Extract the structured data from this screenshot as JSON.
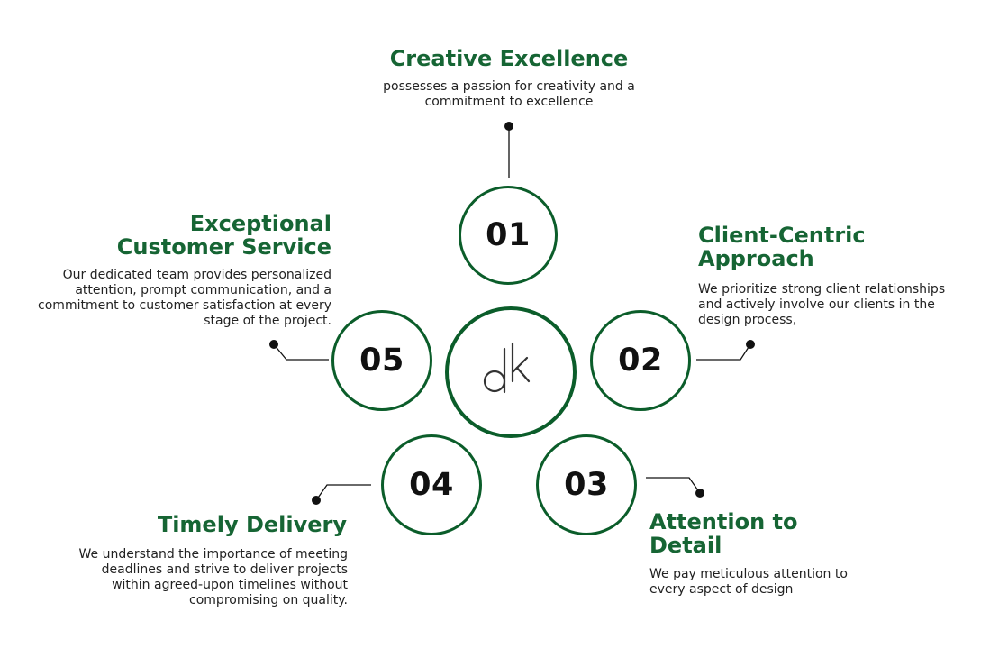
{
  "center_logo": "dk",
  "colors": {
    "accent": "#0b5d2a",
    "title": "#166534",
    "text": "#222222"
  },
  "items": [
    {
      "number": "01",
      "title": "Creative Excellence",
      "description": "possesses a passion for creativity and a commitment to excellence"
    },
    {
      "number": "02",
      "title": "Client-Centric Approach",
      "description": "We prioritize strong client relationships and actively involve our clients in the design process,"
    },
    {
      "number": "03",
      "title": "Attention to Detail",
      "description": "We pay meticulous attention to every aspect of design"
    },
    {
      "number": "04",
      "title": "Timely Delivery",
      "description": "We understand the importance of meeting deadlines and strive to deliver projects within agreed-upon timelines without compromising on quality."
    },
    {
      "number": "05",
      "title": "Exceptional Customer Service",
      "description": "Our dedicated team provides personalized attention, prompt communication, and a commitment to customer satisfaction at every stage of the project."
    }
  ]
}
